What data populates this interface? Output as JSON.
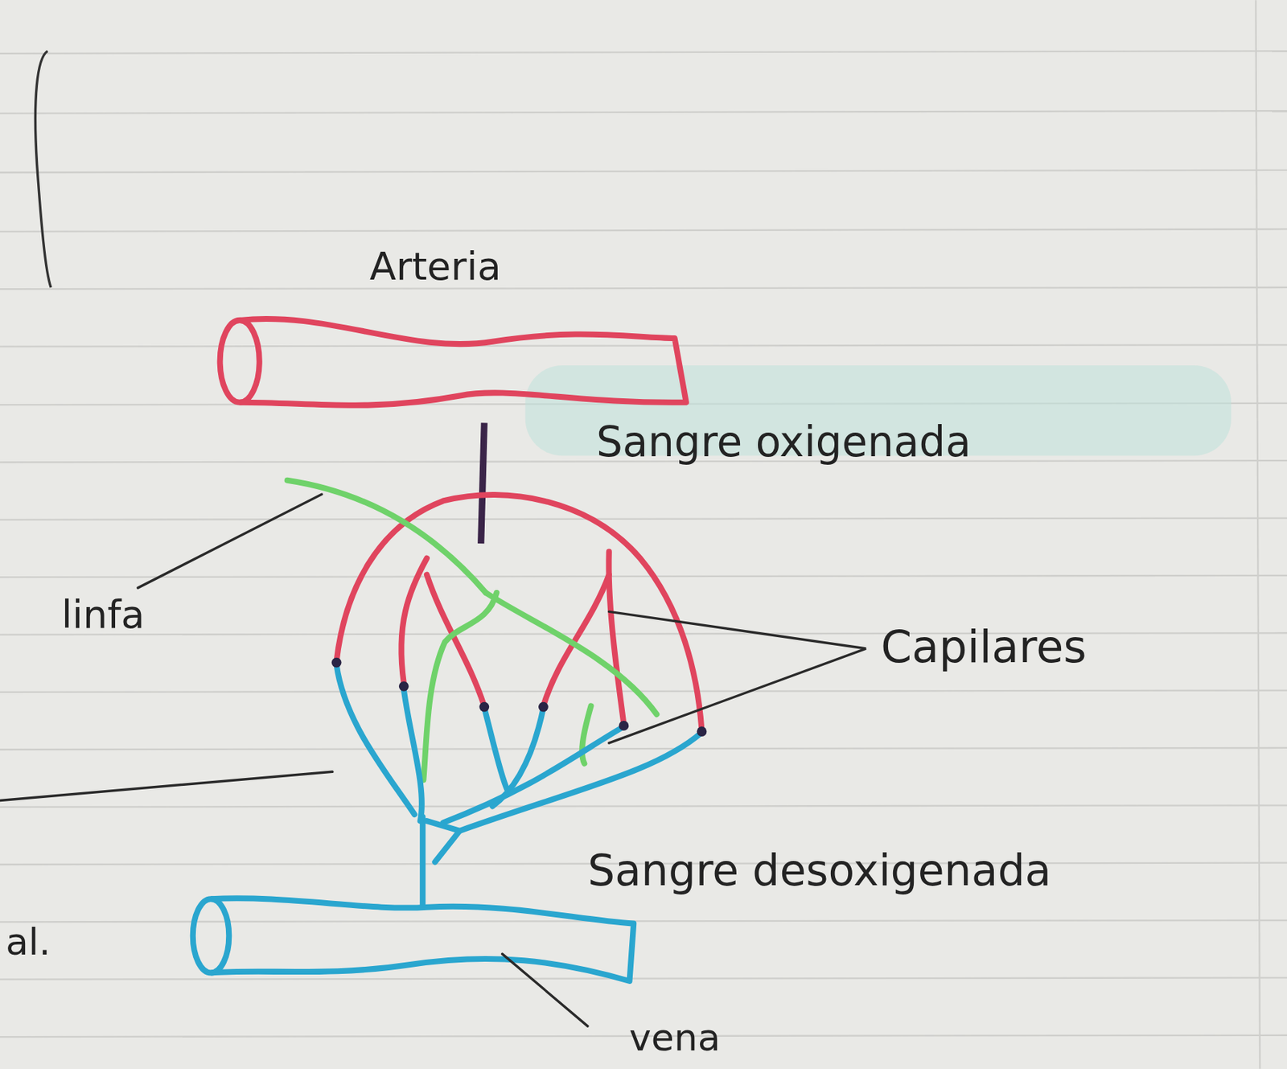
{
  "diagram": {
    "labels": [
      "Arteria",
      "Sangre oxigenada",
      "linfa",
      "Capilares",
      "Sangre desoxigenada",
      "vena",
      "al."
    ]
  }
}
